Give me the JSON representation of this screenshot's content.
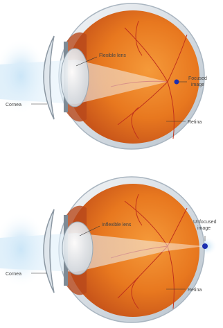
{
  "colors": {
    "sclera_outer": "#c9d3dc",
    "sclera_inner": "#eef1f4",
    "eye_interior": "#e8781f",
    "eye_interior_dark": "#c9561a",
    "vessel": "#c0321c",
    "lens": "#dfe8ef",
    "light_beam": "#e9f3fb",
    "focus_dot": "#1b2fb0",
    "glow": "#bfe0f5"
  },
  "diagrams": [
    {
      "id": "top",
      "lens_label": "Flexible lens",
      "cornea_label": "Cornea",
      "retina_label": "Retina",
      "image_label_lines": [
        "Focused",
        "image"
      ]
    },
    {
      "id": "bottom",
      "lens_label": "Inflexible lens",
      "cornea_label": "Cornea",
      "retina_label": "Retina",
      "image_label_lines": [
        "Unfocused",
        "image"
      ]
    }
  ]
}
